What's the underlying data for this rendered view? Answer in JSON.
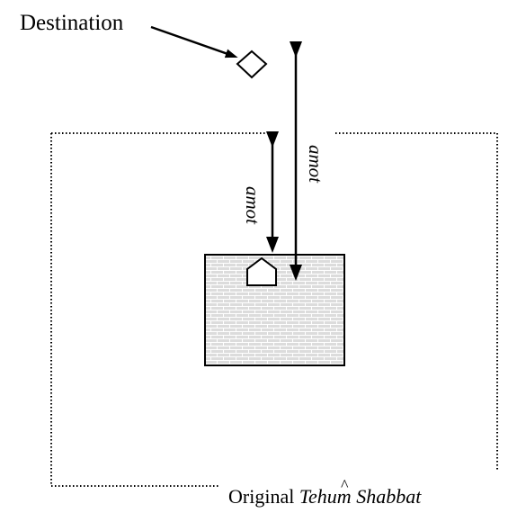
{
  "labels": {
    "destination": "Destination",
    "amot_left": "amot",
    "amot_right": "amot",
    "caption_prefix": "Original ",
    "caption_italic": "Tehum Shabbat",
    "caption_accent": "^"
  },
  "colors": {
    "ink": "#000000",
    "city_fill": "#dcdcdc",
    "brick_line": "#ffffff",
    "background": "#ffffff"
  },
  "icons": {
    "destination_marker": "diamond-icon",
    "house_marker": "house-icon"
  }
}
